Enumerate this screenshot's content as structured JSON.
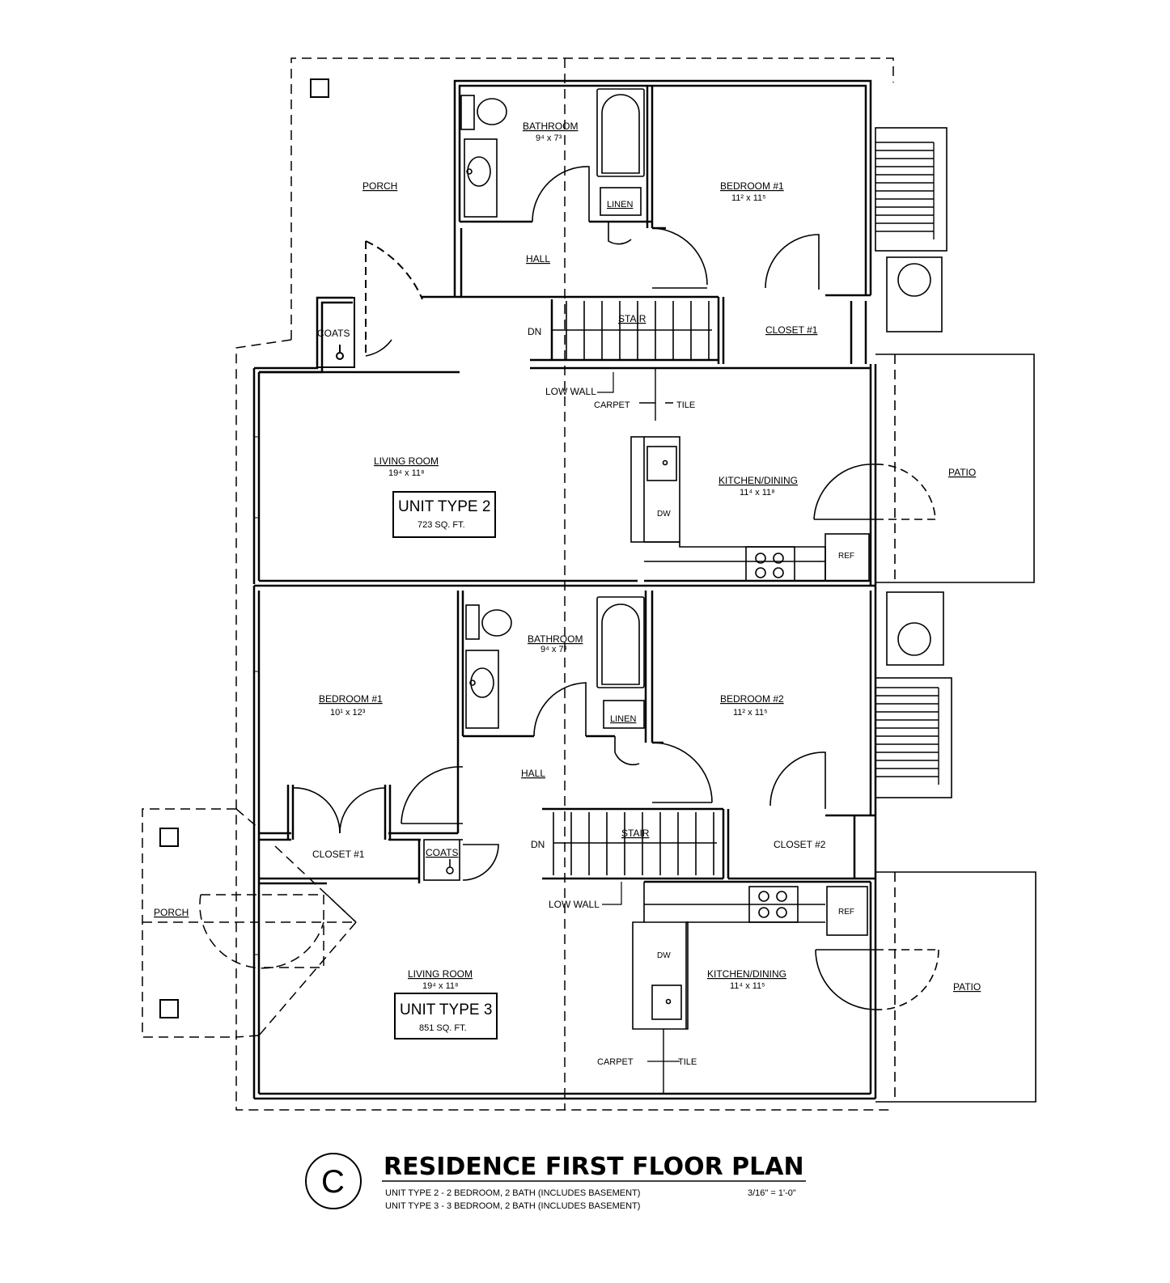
{
  "upper_unit": {
    "porch": "PORCH",
    "bathroom": "BATHROOM",
    "bathroom_dim": "9⁴ x 7³",
    "bedroom1": "BEDROOM #1",
    "bedroom1_dim": "11² x 11⁵",
    "linen": "LINEN",
    "hall": "HALL",
    "stair": "STAIR",
    "dn": "DN",
    "closet1": "CLOSET #1",
    "coats": "COATS",
    "low_wall": "LOW WALL",
    "carpet": "CARPET",
    "tile": "TILE",
    "living_room": "LIVING ROOM",
    "living_room_dim": "19⁴ x 11⁸",
    "unit_type": "UNIT TYPE 2",
    "unit_area": "723 SQ. FT.",
    "kitchen": "KITCHEN/DINING",
    "kitchen_dim": "11⁴ x 11⁸",
    "dw": "DW",
    "ref": "REF",
    "patio": "PATIO"
  },
  "lower_unit": {
    "bathroom": "BATHROOM",
    "bathroom_dim": "9⁴ x 7³",
    "bedroom1": "BEDROOM #1",
    "bedroom1_dim": "10¹ x 12³",
    "bedroom2": "BEDROOM #2",
    "bedroom2_dim": "11² x 11⁵",
    "linen": "LINEN",
    "hall": "HALL",
    "stair": "STAIR",
    "dn": "DN",
    "closet1": "CLOSET #1",
    "closet2": "CLOSET #2",
    "coats": "COATS",
    "porch": "PORCH",
    "low_wall": "LOW WALL",
    "living_room": "LIVING ROOM",
    "living_room_dim": "19⁴ x 11⁸",
    "unit_type": "UNIT TYPE 3",
    "unit_area": "851 SQ. FT.",
    "kitchen": "KITCHEN/DINING",
    "kitchen_dim": "11⁴ x 11⁵",
    "dw": "DW",
    "ref": "REF",
    "patio": "PATIO",
    "carpet": "CARPET",
    "tile": "TILE"
  },
  "title_block": {
    "marker": "C",
    "title": "RESIDENCE FIRST FLOOR PLAN",
    "note1": "UNIT TYPE 2 - 2 BEDROOM, 2 BATH (INCLUDES BASEMENT)",
    "note2": "UNIT TYPE 3 - 3 BEDROOM, 2 BATH (INCLUDES BASEMENT)",
    "scale": "3/16\" = 1'-0\""
  }
}
